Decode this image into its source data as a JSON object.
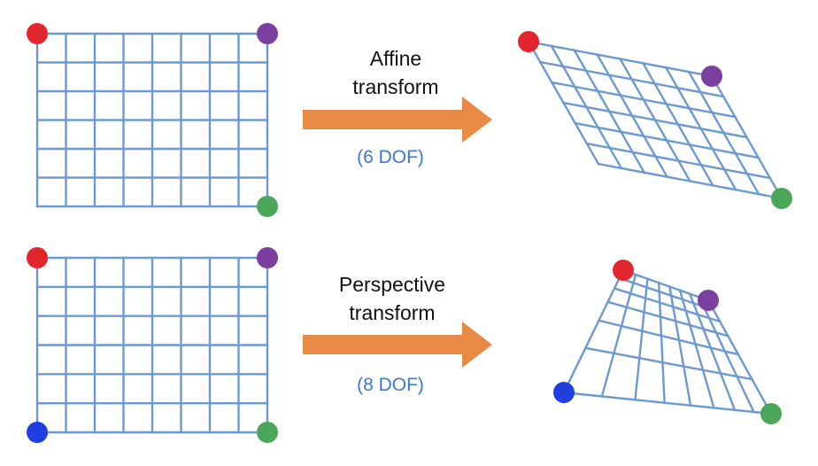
{
  "panels": [
    {
      "id": "affine",
      "title_lines": [
        "Affine",
        "transform"
      ],
      "dof": "(6 DOF)",
      "source_corner_markers": [
        "red",
        "purple",
        "green"
      ],
      "target_corner_markers": [
        "red",
        "purple",
        "green"
      ]
    },
    {
      "id": "perspective",
      "title_lines": [
        "Perspective",
        "transform"
      ],
      "dof": "(8 DOF)",
      "source_corner_markers": [
        "red",
        "purple",
        "blue",
        "green"
      ],
      "target_corner_markers": [
        "red",
        "purple",
        "blue",
        "green"
      ]
    }
  ],
  "grid": {
    "columns": 8,
    "rows": 6
  },
  "colors": {
    "grid_line": "#6c99cf",
    "arrow": "#e88a45",
    "dof_text": "#3a78d8",
    "red": "#e3262e",
    "purple": "#7b3fa0",
    "green": "#4aa659",
    "blue": "#1f3fe0"
  }
}
